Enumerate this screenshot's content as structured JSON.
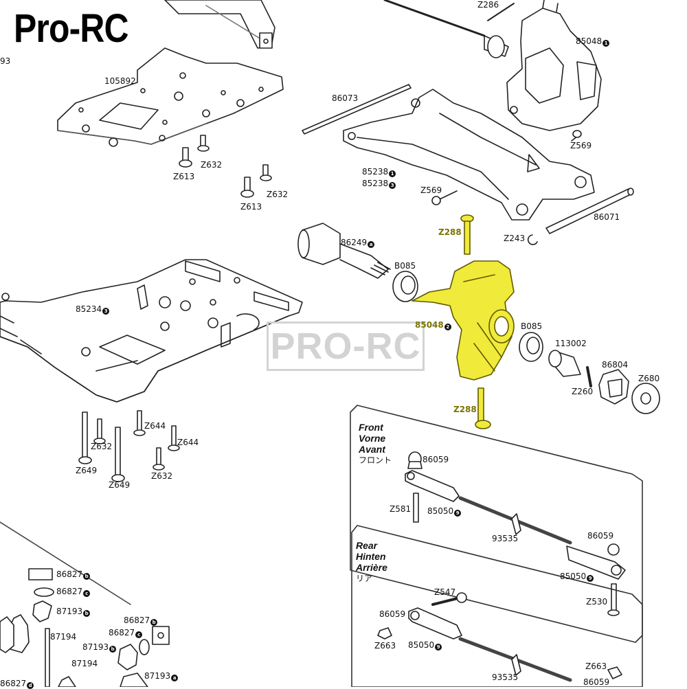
{
  "brand": "Pro-RC",
  "watermark": "PRO-RC",
  "highlight_color": "#f0ea3a",
  "labels": {
    "z286": "Z286",
    "p85048a": "85048",
    "p85048a_badge": "1",
    "p93": "93",
    "p105892": "105892",
    "p86073": "86073",
    "z569a": "Z569",
    "z613a": "Z613",
    "z632a": "Z632",
    "z613b": "Z613",
    "z632b": "Z632",
    "p85238a": "85238",
    "p85238a_badge": "1",
    "p85238b": "85238",
    "p85238b_badge": "3",
    "z569b": "Z569",
    "p86071": "86071",
    "z288a": "Z288",
    "z243": "Z243",
    "p86249": "86249",
    "p86249_badge": "a",
    "b085a": "B085",
    "p85234": "85234",
    "p85234_badge": "3",
    "p85048b": "85048",
    "p85048b_badge": "2",
    "b085b": "B085",
    "p113002": "113002",
    "p86804": "86804",
    "z680": "Z680",
    "z260": "Z260",
    "z288b": "Z288",
    "z644a": "Z644",
    "z644b": "Z644",
    "z632c": "Z632",
    "z632d": "Z632",
    "z649a": "Z649",
    "z649b": "Z649",
    "p86059a": "86059",
    "z581": "Z581",
    "p85050a": "85050",
    "p85050a_badge": "9",
    "p93535a": "93535",
    "p86059b": "86059",
    "p85050b": "85050",
    "p85050b_badge": "9",
    "z530": "Z530",
    "z547": "Z547",
    "p86059c": "86059",
    "z663a": "Z663",
    "p85050c": "85050",
    "p85050c_badge": "9",
    "p93535b": "93535",
    "z663b": "Z663",
    "p86059d": "86059",
    "p86827a": "86827",
    "p86827a_badge": "b",
    "p86827b": "86827",
    "p86827b_badge": "c",
    "p87193a": "87193",
    "p87193a_badge": "b",
    "p86827c": "86827",
    "p86827c_badge": "b",
    "p86827d": "86827",
    "p86827d_badge": "c",
    "p87194a": "87194",
    "p87193b": "87193",
    "p87193b_badge": "b",
    "p87194b": "87194",
    "p87193c": "87193",
    "p87193c_badge": "a",
    "p86827e": "86827",
    "p86827e_badge": "d"
  },
  "sections": {
    "front": {
      "l1": "Front",
      "l2": "Vorne",
      "l3": "Avant",
      "l4": "フロント"
    },
    "rear": {
      "l1": "Rear",
      "l2": "Hinten",
      "l3": "Arrière",
      "l4": "リア"
    }
  }
}
